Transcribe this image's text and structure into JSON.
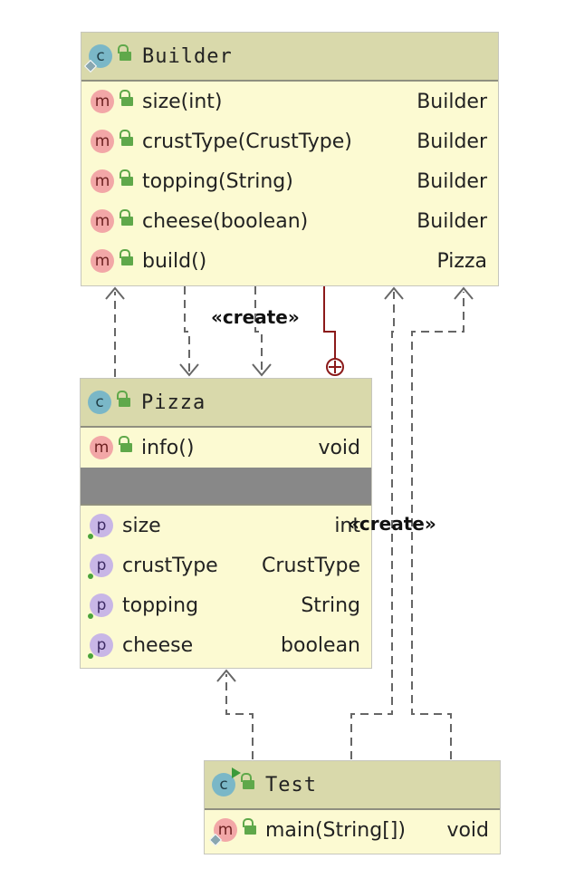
{
  "classes": {
    "builder": {
      "name": "Builder",
      "badge": "c",
      "methods": [
        {
          "badge": "m",
          "name": "size(int)",
          "type": "Builder"
        },
        {
          "badge": "m",
          "name": "crustType(CrustType)",
          "type": "Builder"
        },
        {
          "badge": "m",
          "name": "topping(String)",
          "type": "Builder"
        },
        {
          "badge": "m",
          "name": "cheese(boolean)",
          "type": "Builder"
        },
        {
          "badge": "m",
          "name": "build()",
          "type": "Pizza"
        }
      ]
    },
    "pizza": {
      "name": "Pizza",
      "badge": "c",
      "methods": [
        {
          "badge": "m",
          "name": "info()",
          "type": "void"
        }
      ],
      "properties": [
        {
          "badge": "p",
          "name": "size",
          "type": "int"
        },
        {
          "badge": "p",
          "name": "crustType",
          "type": "CrustType"
        },
        {
          "badge": "p",
          "name": "topping",
          "type": "String"
        },
        {
          "badge": "p",
          "name": "cheese",
          "type": "boolean"
        }
      ]
    },
    "test": {
      "name": "Test",
      "badge": "c",
      "methods": [
        {
          "badge": "m",
          "name": "main(String[])",
          "type": "void"
        }
      ]
    }
  },
  "stereotypes": {
    "create_1": "«create»",
    "create_2": "«create»"
  },
  "colors": {
    "class_fill": "#fcfad2",
    "header_fill": "#d9d9ab",
    "dependency_line": "#666666",
    "nested_line": "#8b1a1a",
    "grey_band": "#888888"
  }
}
